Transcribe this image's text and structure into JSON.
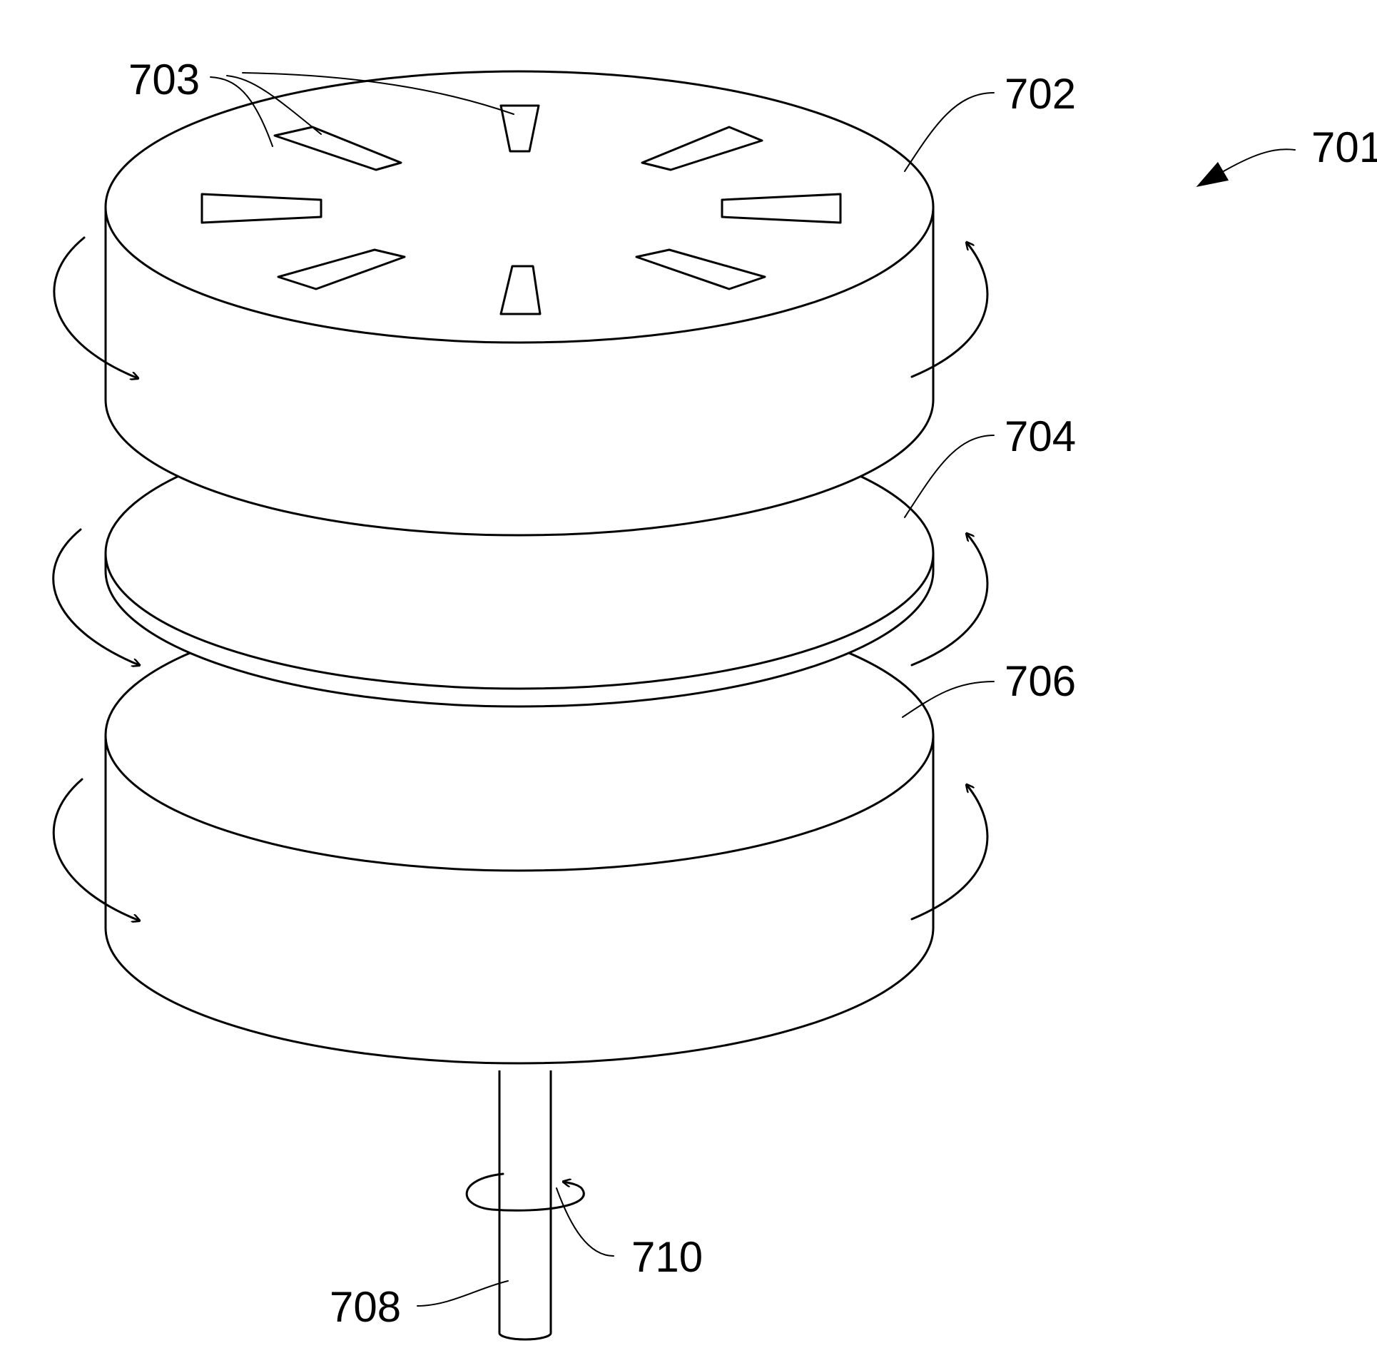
{
  "colors": {
    "ink": "#000000",
    "background": "#ffffff"
  },
  "labels": {
    "ref_701": "701",
    "ref_702": "702",
    "ref_703": "703",
    "ref_704": "704",
    "ref_706": "706",
    "ref_708": "708",
    "ref_710": "710"
  }
}
